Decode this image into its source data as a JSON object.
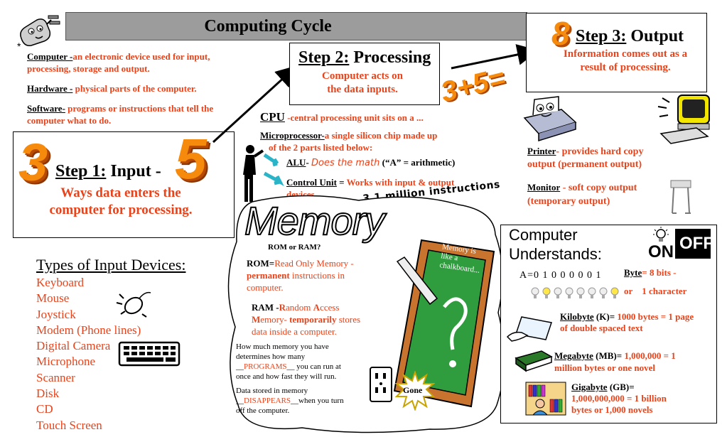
{
  "title": "Computing Cycle",
  "definitions": {
    "computer_term": "Computer -",
    "computer_def_1": "an electronic device used for input,",
    "computer_def_2": "processing, storage and output.",
    "hardware_term": "Hardware -",
    "hardware_def": " physical parts of the computer.",
    "software_term": "Software-",
    "software_def_1": " programs or instructions that tell the",
    "software_def_2": "computer what to do."
  },
  "step1": {
    "label": "Step 1:",
    "name": " Input -",
    "desc_1": "Ways data enters the",
    "desc_2": "computer for processing.",
    "number_3": "3",
    "number_5": "5"
  },
  "step2": {
    "label": "Step 2:",
    "name": " Processing",
    "desc_1": "Computer acts on",
    "desc_2": "the data inputs.",
    "math": "3+5="
  },
  "step3": {
    "label": "Step 3:",
    "name": " Output",
    "desc_1": "Information comes out as a",
    "desc_2": "result of processing.",
    "number_8": "8"
  },
  "cpu": {
    "term": "CPU",
    "def": " -central processing unit sits on a ...",
    "micro_term": "Microprocessor-",
    "micro_def_1": "a single silicon chip made up",
    "micro_def_2": "of the 2 parts listed below:",
    "alu_term": "ALU",
    "alu_dash": "- ",
    "alu_def": "Does the math",
    "alu_note": " (“A” = arithmetic)",
    "cu_term": "Control Unit",
    "cu_eq": " = ",
    "cu_def_1": "Works with input & output",
    "cu_def_2": "devices.",
    "instructions": "3.1 million instructions"
  },
  "output_devices": {
    "printer_term": "Printer",
    "printer_def_1": "- provides hard copy",
    "printer_def_2": "output  (permanent output)",
    "monitor_term": "Monitor",
    "monitor_def_1": " - soft copy output",
    "monitor_def_2": "(temporary output)"
  },
  "input_devices": {
    "heading": "Types of Input Devices:",
    "items": [
      "Keyboard",
      "Mouse",
      "Joystick",
      "Modem (Phone lines)",
      "Digital Camera",
      "Microphone",
      "Scanner",
      "Disk",
      "CD",
      "Touch Screen"
    ]
  },
  "memory": {
    "title": "Memory",
    "subtitle": "ROM or RAM?",
    "rom_term": "ROM",
    "rom_eq": "=",
    "rom_def_1": "Read Only Memory -",
    "rom_bold": "permanent",
    "rom_def_2": " instructions in",
    "rom_def_3": "computer.",
    "ram_term": "RAM -",
    "ram_def_R": "R",
    "ram_def_1": "andom ",
    "ram_def_A": "A",
    "ram_def_2": "ccess",
    "ram_def_M": "M",
    "ram_def_3": "emory- ",
    "ram_bold": "temporarily",
    "ram_def_4": " stores",
    "ram_def_5": "data inside a computer.",
    "how_1": "How much memory you have",
    "how_2": "determines how many",
    "how_blank_pre": "__",
    "how_blank_word": "PROGRAMS",
    "how_blank_post": "__ you can run at",
    "how_3": "once and how fast they will run.",
    "stored_1": "Data stored in memory",
    "stored_blank_word": "DISAPPEARS",
    "stored_blank_post": "__when you turn",
    "stored_2": "off the computer.",
    "chalk_1": "Memory is",
    "chalk_2": "like a",
    "chalk_3": "chalkboard...",
    "gone": "Gone"
  },
  "understands": {
    "heading_1": "Computer",
    "heading_2": "Understands:",
    "on": "ON",
    "off": "OFF",
    "bits_label": "A=0 1 0 0 0 0 0 1",
    "byte_term": "Byte",
    "byte_def": "= 8 bits -",
    "byte_or": "or",
    "byte_char": "1 character",
    "kb_term": "Kilobyte",
    "kb_abbr": " (K)=",
    "kb_def_1": " 1000 bytes = 1 page",
    "kb_def_2": "of double spaced text",
    "mb_term": "Megabyte",
    "mb_abbr": " (MB)=",
    "mb_def_1": " 1,000,000 = 1",
    "mb_def_2": "million bytes or one novel",
    "gb_term": "Gigabyte",
    "gb_abbr": " (GB)=",
    "gb_def_1": "1,000,000,000 = 1 billion",
    "gb_def_2": "bytes or 1,000 novels"
  }
}
